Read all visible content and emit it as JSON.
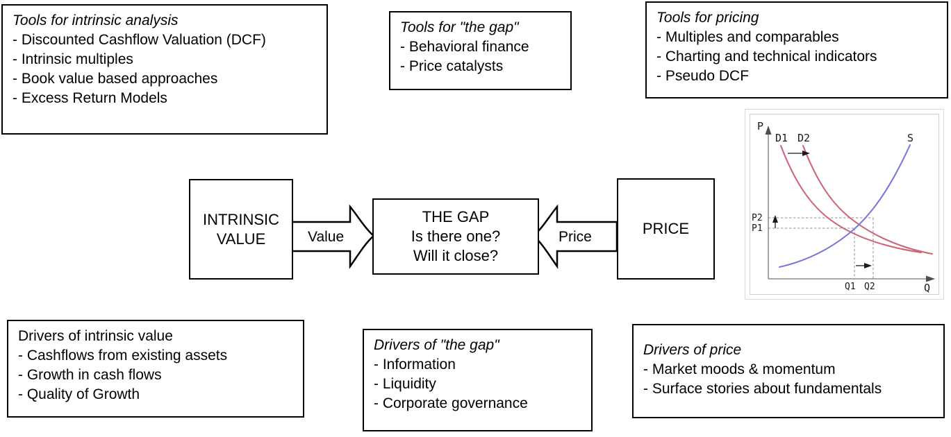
{
  "title": "Value vs Price framework",
  "boxes": {
    "tools_intrinsic": {
      "title": "Tools for intrinsic analysis",
      "items": [
        "- Discounted Cashflow Valuation (DCF)",
        "- Intrinsic multiples",
        "- Book value based approaches",
        "- Excess Return Models"
      ]
    },
    "tools_gap": {
      "title": "Tools for \"the gap\"",
      "items": [
        "- Behavioral finance",
        "- Price catalysts"
      ]
    },
    "tools_pricing": {
      "title": "Tools for pricing",
      "items": [
        "- Multiples and comparables",
        "- Charting and technical indicators",
        "- Pseudo DCF"
      ]
    },
    "drivers_intrinsic": {
      "title": "Drivers of intrinsic value",
      "items": [
        "- Cashflows from existing assets",
        "- Growth in cash flows",
        "- Quality of Growth"
      ]
    },
    "drivers_gap": {
      "title": "Drivers of \"the gap\"",
      "items": [
        "- Information",
        "- Liquidity",
        "- Corporate governance"
      ]
    },
    "drivers_price": {
      "title": "Drivers of price",
      "items": [
        "- Market moods & momentum",
        "- Surface stories about fundamentals"
      ]
    }
  },
  "flow": {
    "intrinsic_value": {
      "line1": "INTRINSIC",
      "line2": "VALUE"
    },
    "the_gap": {
      "line1": "THE GAP",
      "line2": "Is there one?",
      "line3": "Will it close?"
    },
    "price": {
      "line1": "PRICE"
    },
    "arrow_value_label": "Value",
    "arrow_price_label": "Price"
  },
  "chart_data": {
    "type": "line",
    "title": "",
    "xlabel": "Q",
    "ylabel": "P",
    "grid": false,
    "legend": "inline-curve-labels",
    "series": [
      {
        "name": "D1",
        "color": "#cc6677",
        "description": "Original downward-sloping demand curve",
        "points": [
          [
            0.12,
            0.93
          ],
          [
            0.2,
            0.74
          ],
          [
            0.3,
            0.58
          ],
          [
            0.42,
            0.46
          ],
          [
            0.55,
            0.37
          ],
          [
            0.7,
            0.3
          ],
          [
            0.85,
            0.26
          ],
          [
            1.0,
            0.23
          ]
        ]
      },
      {
        "name": "D2",
        "color": "#cc6677",
        "description": "Demand curve shifted right",
        "points": [
          [
            0.3,
            0.93
          ],
          [
            0.38,
            0.74
          ],
          [
            0.48,
            0.59
          ],
          [
            0.6,
            0.48
          ],
          [
            0.72,
            0.4
          ],
          [
            0.86,
            0.34
          ],
          [
            1.0,
            0.3
          ],
          [
            1.12,
            0.27
          ]
        ]
      },
      {
        "name": "S",
        "color": "#7777dd",
        "description": "Upward-sloping supply curve",
        "points": [
          [
            0.1,
            0.12
          ],
          [
            0.25,
            0.18
          ],
          [
            0.4,
            0.26
          ],
          [
            0.52,
            0.35
          ],
          [
            0.63,
            0.46
          ],
          [
            0.74,
            0.6
          ],
          [
            0.84,
            0.76
          ],
          [
            0.92,
            0.92
          ]
        ]
      }
    ],
    "annotations": [
      {
        "label": "D1",
        "type": "curve-label"
      },
      {
        "label": "D2",
        "type": "curve-label"
      },
      {
        "label": "S",
        "type": "curve-label"
      },
      {
        "label": "P1",
        "type": "axis-tick",
        "axis": "y",
        "meaning": "equilibrium price before shift"
      },
      {
        "label": "P2",
        "type": "axis-tick",
        "axis": "y",
        "meaning": "equilibrium price after shift"
      },
      {
        "label": "Q1",
        "type": "axis-tick",
        "axis": "x",
        "meaning": "equilibrium quantity before shift"
      },
      {
        "label": "Q2",
        "type": "axis-tick",
        "axis": "x",
        "meaning": "equilibrium quantity after shift"
      },
      {
        "label": "",
        "type": "shift-arrow",
        "direction": "right",
        "meaning": "demand shifts right"
      },
      {
        "label": "",
        "type": "shift-arrow",
        "direction": "up",
        "meaning": "price rises P1 to P2"
      },
      {
        "label": "",
        "type": "shift-arrow",
        "direction": "right",
        "meaning": "quantity rises Q1 to Q2"
      }
    ],
    "labels": {
      "d1": "D1",
      "d2": "D2",
      "s": "S",
      "p_axis": "P",
      "q_axis": "Q",
      "p1": "P1",
      "p2": "P2",
      "q1": "Q1",
      "q2": "Q2"
    },
    "colors": {
      "demand": "#cc6677",
      "supply": "#7777dd",
      "axis": "#808080",
      "dashed": "#808080"
    }
  }
}
